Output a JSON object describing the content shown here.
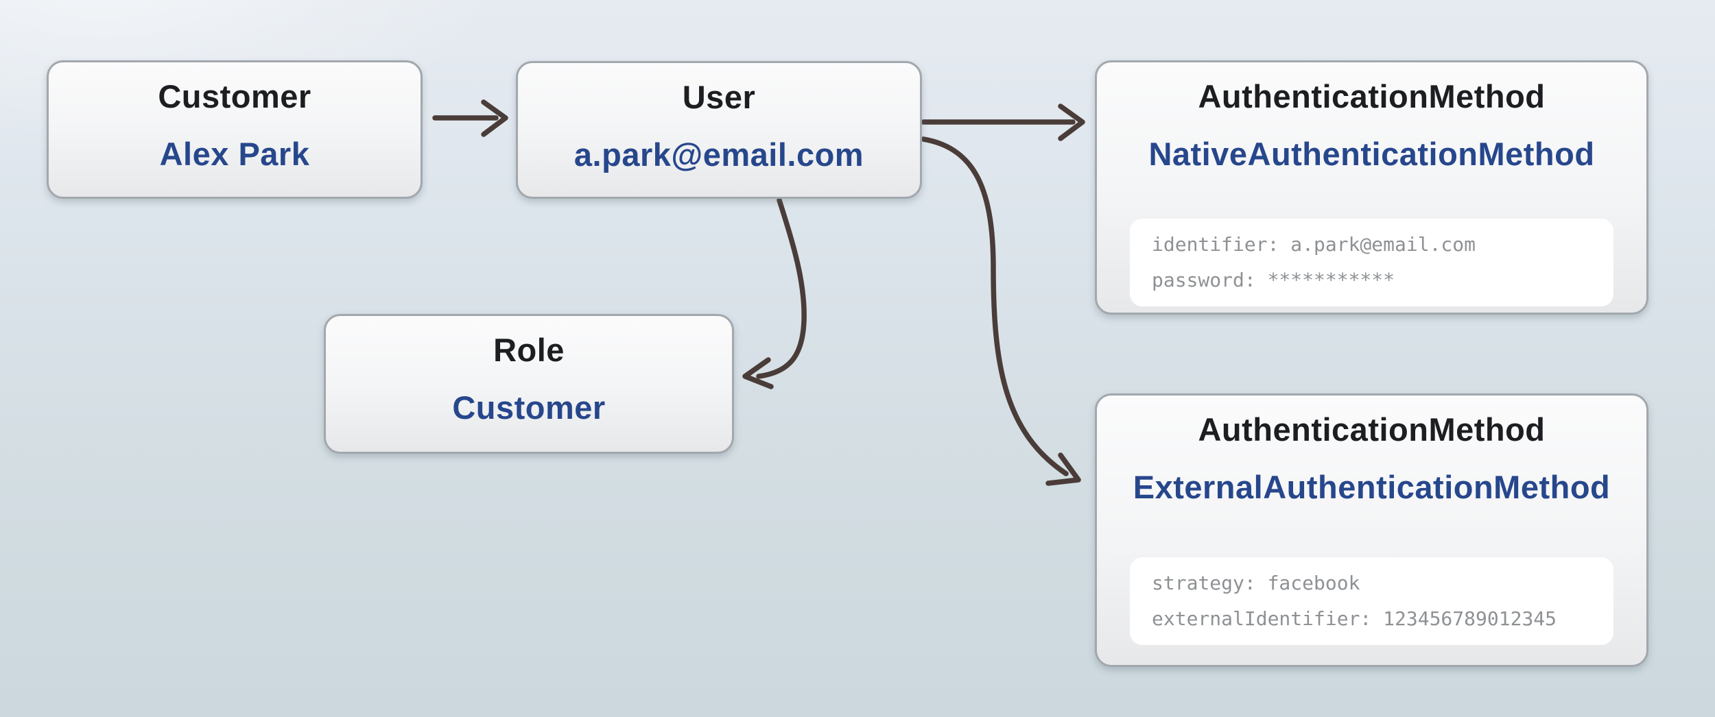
{
  "diagram": {
    "background_top": "#e6ebf1",
    "background_bottom": "#ccd8de",
    "arrow_color": "#4a3c38",
    "node_border_color": "#a2a8ad",
    "title_color": "#1d1e22",
    "value_color": "#27478c",
    "attribute_text_color": "#8e9194",
    "nodes": [
      {
        "id": "customer",
        "title": "Customer",
        "value": "Alex Park"
      },
      {
        "id": "user",
        "title": "User",
        "value": "a.park@email.com"
      },
      {
        "id": "role",
        "title": "Role",
        "value": "Customer"
      },
      {
        "id": "auth-native",
        "title": "AuthenticationMethod",
        "value": "NativeAuthenticationMethod",
        "attributes": [
          "identifier: a.park@email.com",
          "password: ***********"
        ]
      },
      {
        "id": "auth-external",
        "title": "AuthenticationMethod",
        "value": "ExternalAuthenticationMethod",
        "attributes": [
          "strategy: facebook",
          "externalIdentifier: 123456789012345"
        ]
      }
    ],
    "edges": [
      {
        "from": "customer",
        "to": "user"
      },
      {
        "from": "user",
        "to": "auth-native"
      },
      {
        "from": "user",
        "to": "auth-external"
      },
      {
        "from": "user",
        "to": "role"
      }
    ]
  }
}
